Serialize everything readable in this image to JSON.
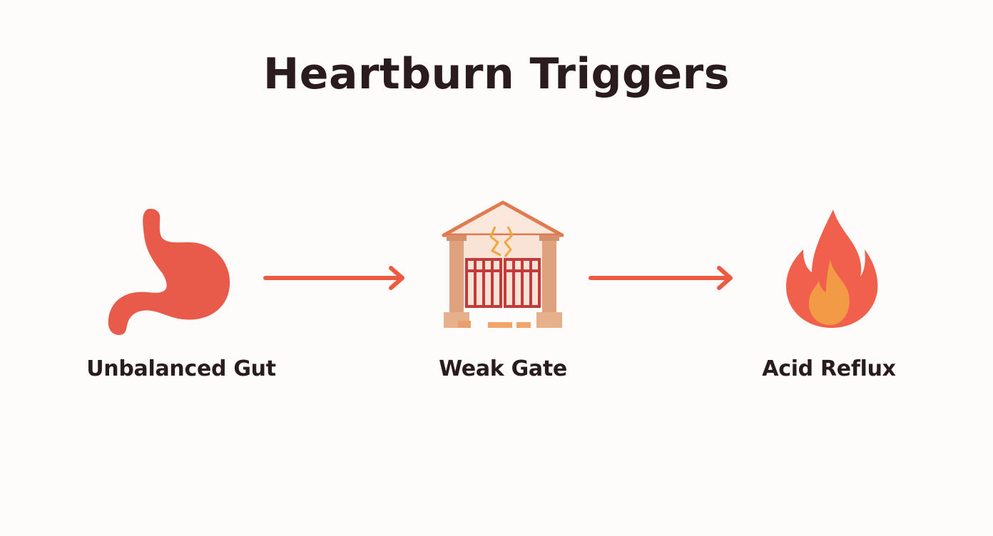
{
  "title": "Heartburn Triggers",
  "stages": [
    {
      "label": "Unbalanced Gut",
      "icon": "stomach-icon"
    },
    {
      "label": "Weak Gate",
      "icon": "broken-gate-icon"
    },
    {
      "label": "Acid Reflux",
      "icon": "flame-icon"
    }
  ],
  "colors": {
    "background": "#fdfcfa",
    "text": "#2a1c1e",
    "accent": "#ec5a3f",
    "stomach": "#e85a4a",
    "gate_pillar": "#dea27e",
    "gate_bars": "#c23a3a",
    "flame_outer": "#f0604c",
    "flame_inner": "#f29a45"
  }
}
